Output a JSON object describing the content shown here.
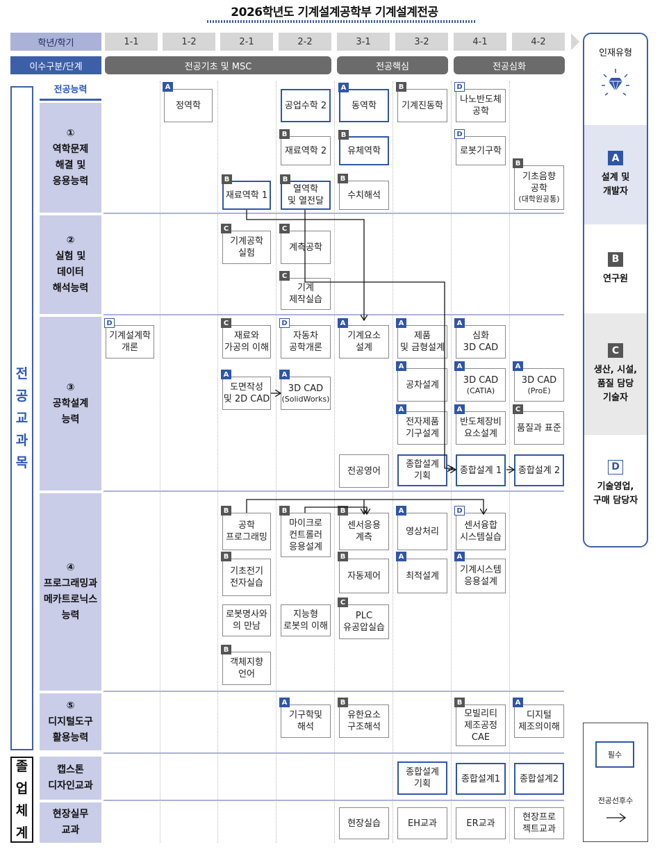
{
  "title": "2026학년도 기계설계공학부 기계설계전공",
  "header": {
    "semester_label": "학년/학기",
    "stage_label": "이수구분/단계",
    "semesters": [
      "1-1",
      "1-2",
      "2-1",
      "2-2",
      "3-1",
      "3-2",
      "4-1",
      "4-2"
    ],
    "stages": [
      "전공기초 및 MSC",
      "전공핵심",
      "전공심화"
    ]
  },
  "left_labels": {
    "major_courses": "전공교과목",
    "graduation": "졸업체계",
    "competency_header": "전공능력"
  },
  "bands": [
    "①\n역학문제\n해결 및\n응용능력",
    "②\n실험 및\n데이터\n해석능력",
    "③\n공학설계\n능력",
    "④\n프로그래밍과\n메카트로닉스\n능력",
    "⑤\n디지털도구\n활용능력",
    "캡스톤\n디자인교과",
    "현장실무\n교과"
  ],
  "courses": [
    {
      "name": "정역학",
      "badge": "A",
      "req": false
    },
    {
      "name": "공업수학 2",
      "badge": "",
      "req": true
    },
    {
      "name": "동역학",
      "badge": "A",
      "req": true
    },
    {
      "name": "기계진동학",
      "badge": "B",
      "req": false
    },
    {
      "name": "나노반도체\n공학",
      "badge": "D",
      "req": false
    },
    {
      "name": "재료역학 2",
      "badge": "B",
      "req": false
    },
    {
      "name": "유체역학",
      "badge": "B",
      "req": true
    },
    {
      "name": "로봇기구학",
      "badge": "D",
      "req": false
    },
    {
      "name": "재료역학 1",
      "badge": "B",
      "req": true
    },
    {
      "name": "열역학\n및 열전달",
      "badge": "B",
      "req": true
    },
    {
      "name": "수치해석",
      "badge": "B",
      "req": false
    },
    {
      "name": "기초음향\n공학",
      "sub": "(대학원공통)",
      "badge": "B",
      "req": false
    },
    {
      "name": "기계공학\n실험",
      "badge": "C",
      "req": false
    },
    {
      "name": "계측공학",
      "badge": "C",
      "req": false
    },
    {
      "name": "기계\n제작실습",
      "badge": "C",
      "req": false
    },
    {
      "name": "기계설계학\n개론",
      "badge": "D",
      "req": false
    },
    {
      "name": "재료와\n가공의 이해",
      "badge": "C",
      "req": false
    },
    {
      "name": "자동차\n공학개론",
      "badge": "D",
      "req": false
    },
    {
      "name": "기계요소\n설계",
      "badge": "A",
      "req": false
    },
    {
      "name": "제품\n및 금형설계",
      "badge": "A",
      "req": false
    },
    {
      "name": "심화\n3D CAD",
      "badge": "A",
      "req": false
    },
    {
      "name": "도면작성\n및 2D CAD",
      "badge": "A",
      "req": false
    },
    {
      "name": "3D CAD",
      "sub": "(SolidWorks)",
      "badge": "A",
      "req": false
    },
    {
      "name": "공차설계",
      "badge": "A",
      "req": false
    },
    {
      "name": "3D CAD",
      "sub": "(CATIA)",
      "badge": "A",
      "req": false
    },
    {
      "name": "3D CAD",
      "sub": "(ProE)",
      "badge": "A",
      "req": false
    },
    {
      "name": "전자제품\n기구설계",
      "badge": "A",
      "req": false
    },
    {
      "name": "반도체장비\n요소설계",
      "badge": "A",
      "req": false
    },
    {
      "name": "품질과 표준",
      "badge": "C",
      "req": false
    },
    {
      "name": "전공영어",
      "badge": "",
      "req": false
    },
    {
      "name": "종합설계\n기획",
      "badge": "",
      "req": true
    },
    {
      "name": "종합설계 1",
      "badge": "",
      "req": true
    },
    {
      "name": "종합설계 2",
      "badge": "",
      "req": true
    },
    {
      "name": "공학\n프로그래밍",
      "badge": "B",
      "req": false
    },
    {
      "name": "마이크로\n컨트롤러\n응용설계",
      "badge": "B",
      "req": false
    },
    {
      "name": "센서응용\n계측",
      "badge": "B",
      "req": false
    },
    {
      "name": "영상처리",
      "badge": "A",
      "req": false
    },
    {
      "name": "센서융합\n시스템실습",
      "badge": "D",
      "req": false
    },
    {
      "name": "기초전기\n전자실습",
      "badge": "B",
      "req": false
    },
    {
      "name": "자동제어",
      "badge": "B",
      "req": false
    },
    {
      "name": "최적설계",
      "badge": "A",
      "req": false
    },
    {
      "name": "기계시스템\n응용설계",
      "badge": "A",
      "req": false
    },
    {
      "name": "로봇명사와\n의 만남",
      "badge": "",
      "req": false
    },
    {
      "name": "지능형\n로봇의 이해",
      "badge": "",
      "req": false
    },
    {
      "name": "PLC\n유공압실습",
      "badge": "C",
      "req": false
    },
    {
      "name": "객체지향\n언어",
      "badge": "B",
      "req": false
    },
    {
      "name": "기구학및\n해석",
      "badge": "A",
      "req": false
    },
    {
      "name": "유한요소\n구조해석",
      "badge": "B",
      "req": false
    },
    {
      "name": "모빌리티\n제조공정\nCAE",
      "badge": "B",
      "req": false
    },
    {
      "name": "디지털\n제조의이해",
      "badge": "A",
      "req": false
    },
    {
      "name": "종합설계\n기획",
      "badge": "",
      "req": true
    },
    {
      "name": "종합설계1",
      "badge": "",
      "req": true
    },
    {
      "name": "종합설계2",
      "badge": "",
      "req": true
    },
    {
      "name": "현장실습",
      "badge": "",
      "req": false
    },
    {
      "name": "EH교과",
      "badge": "",
      "req": false
    },
    {
      "name": "ER교과",
      "badge": "",
      "req": false
    },
    {
      "name": "현장프로\n젝트교과",
      "badge": "",
      "req": false
    }
  ],
  "talent_types": {
    "header": "인재유형",
    "icon": "diamond-icon",
    "items": [
      {
        "letter": "A",
        "label": "설계 및\n개발자"
      },
      {
        "letter": "B",
        "label": "연구원"
      },
      {
        "letter": "C",
        "label": "생산, 시설,\n품질 담당\n기술자"
      },
      {
        "letter": "D",
        "label": "기술영업,\n구매 담당자"
      }
    ]
  },
  "legend": {
    "required_label": "필수",
    "prereq_label": "전공선후수"
  },
  "colors": {
    "accent_blue": "#2f56a6",
    "band_fill": "#c9cde8",
    "stage_gray": "#6b6b6b"
  }
}
